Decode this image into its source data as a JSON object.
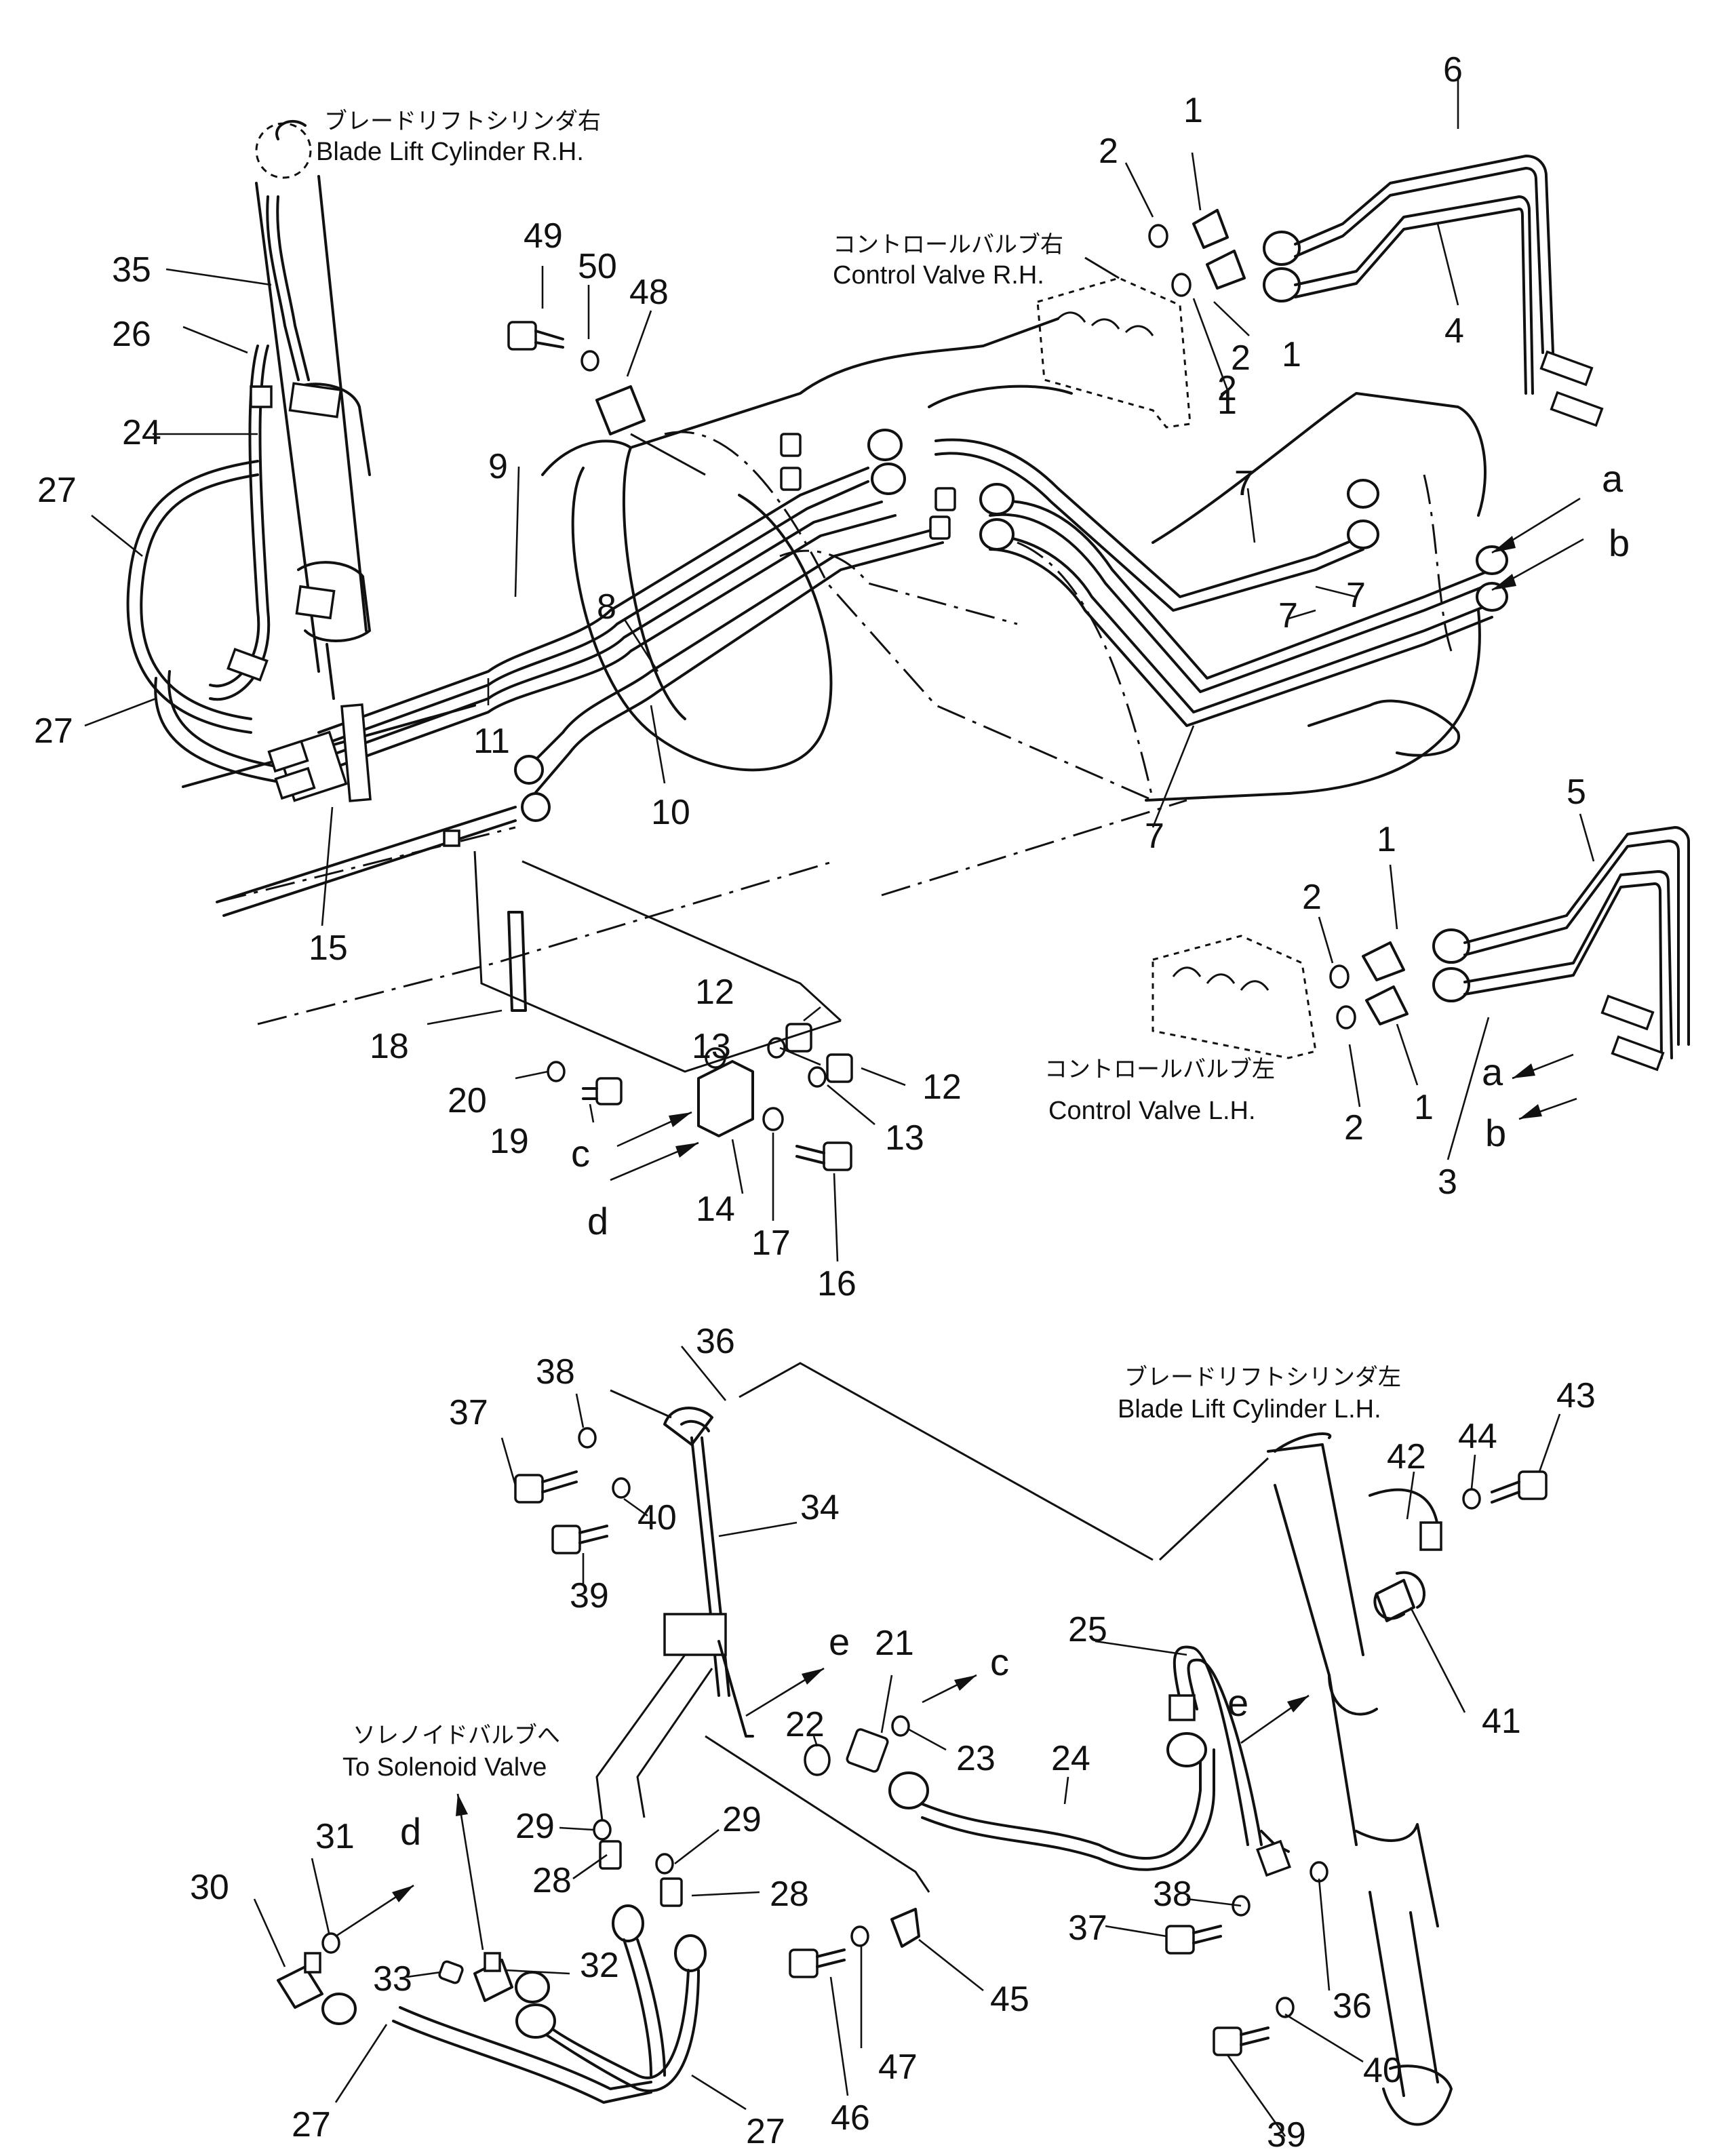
{
  "captions": {
    "lift_cyl_rh_ja": "ブレードリフトシリンダ右",
    "lift_cyl_rh_en": "Blade Lift Cylinder R.H.",
    "control_valve_rh_ja": "コントロールバルブ右",
    "control_valve_rh_en": "Control Valve R.H.",
    "control_valve_lh_ja": "コントロールバルブ左",
    "control_valve_lh_en": "Control Valve L.H.",
    "lift_cyl_lh_ja": "ブレードリフトシリンダ左",
    "lift_cyl_lh_en": "Blade Lift Cylinder L.H.",
    "solenoid_ja": "ソレノイドバルブへ",
    "solenoid_en": "To Solenoid Valve"
  },
  "connection_letters": {
    "a_rh": "a",
    "b_rh": "b",
    "a_lh": "a",
    "b_lh": "b",
    "c_block": "c",
    "d_block": "d",
    "e_bracket": "e",
    "c_fitting": "c",
    "e_cylinder": "e",
    "d_solenoid": "d"
  },
  "callouts": [
    "1",
    "2",
    "6",
    "49",
    "50",
    "48",
    "2",
    "1",
    "4",
    "1",
    "2",
    "35",
    "26",
    "24",
    "27",
    "9",
    "8",
    "7",
    "7",
    "7",
    "27",
    "11",
    "10",
    "7",
    "15",
    "5",
    "1",
    "2",
    "1",
    "2",
    "3",
    "12",
    "13",
    "12",
    "13",
    "18",
    "20",
    "19",
    "14",
    "17",
    "16",
    "36",
    "38",
    "37",
    "40",
    "39",
    "34",
    "21",
    "25",
    "22",
    "23",
    "24",
    "29",
    "29",
    "28",
    "28",
    "30",
    "31",
    "33",
    "32",
    "27",
    "27",
    "46",
    "47",
    "45",
    "43",
    "44",
    "42",
    "41",
    "38",
    "37",
    "36",
    "40",
    "39"
  ]
}
